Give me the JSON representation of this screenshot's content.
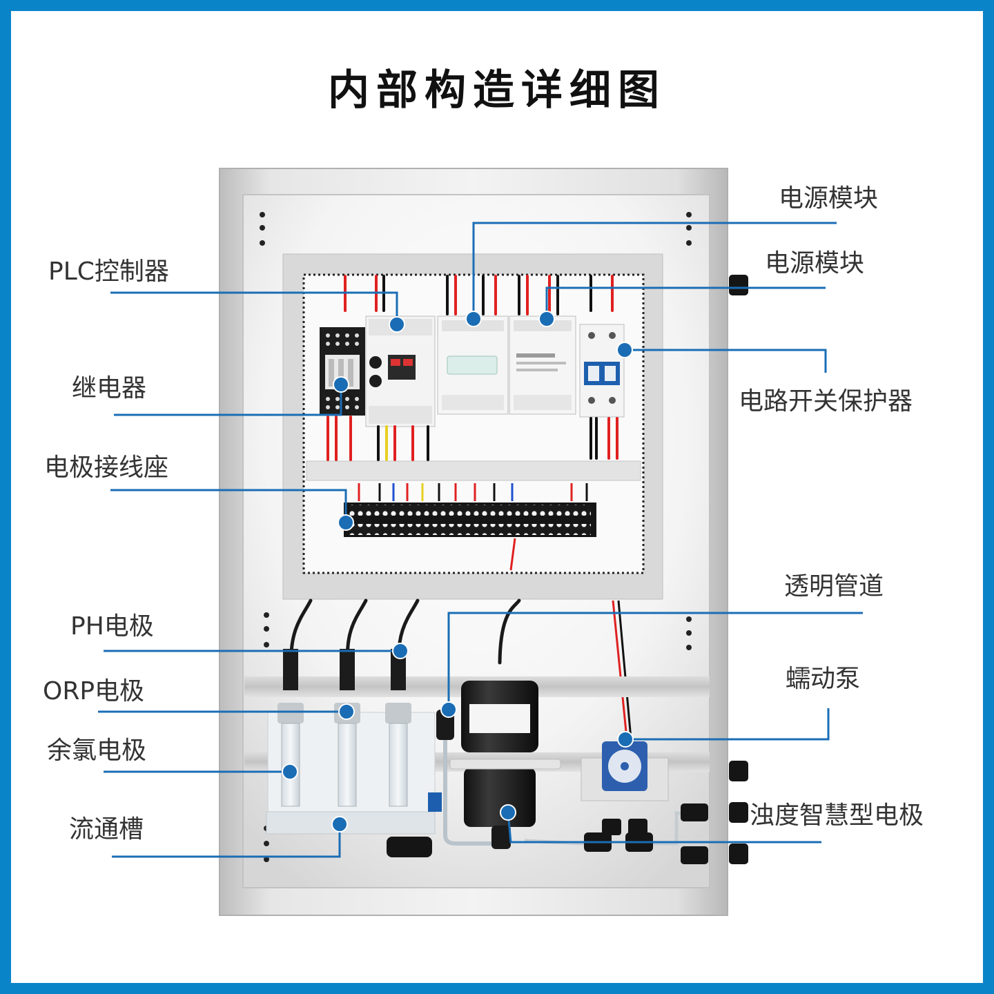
{
  "title": "内部构造详细图",
  "labels": {
    "power_module_1": "电源模块",
    "power_module_2": "电源模块",
    "plc_controller": "PLC控制器",
    "relay": "继电器",
    "circuit_breaker": "电路开关保护器",
    "electrode_terminal": "电极接线座",
    "transparent_pipe": "透明管道",
    "ph_electrode": "PH电极",
    "peristaltic_pump": "蠕动泵",
    "orp_electrode": "ORP电极",
    "chlorine_electrode": "余氯电极",
    "turbidity_electrode": "浊度智慧型电极",
    "flow_cell": "流通槽"
  },
  "colors": {
    "frame": "#0a84c8",
    "leader": "#1a6db5",
    "wire_red": "#e02020",
    "cabinet": "#d9d9d9"
  }
}
